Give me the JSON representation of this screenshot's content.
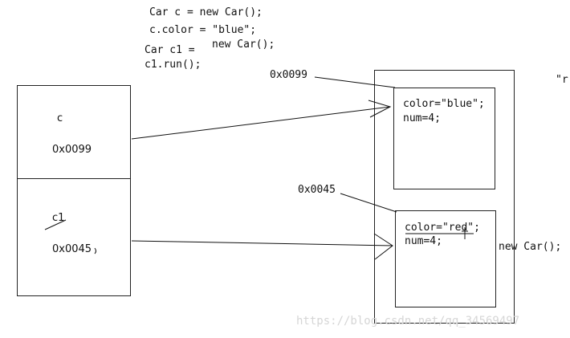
{
  "code": {
    "line1": "Car c = new Car();",
    "line2": "c.color = \"blue\";",
    "line3a": "Car c1 =",
    "line3b": "new Car();",
    "line4": "c1.run();"
  },
  "stack": {
    "frame_c": {
      "var": "c",
      "addr": "0x0099"
    },
    "frame_c1": {
      "var": "c1",
      "addr": "0x0045"
    }
  },
  "heap": {
    "obj1": {
      "addr": "0x0099",
      "color_line": "color=\"blue\";",
      "num_line": "num=4;"
    },
    "obj2": {
      "addr": "0x0045",
      "color_line": "color=\"red\";",
      "num_line": "num=4;",
      "new_label": "new Car();"
    }
  },
  "edge_fragment": "\"r",
  "watermark": "https://blog.csdn.net/qq_34569497"
}
